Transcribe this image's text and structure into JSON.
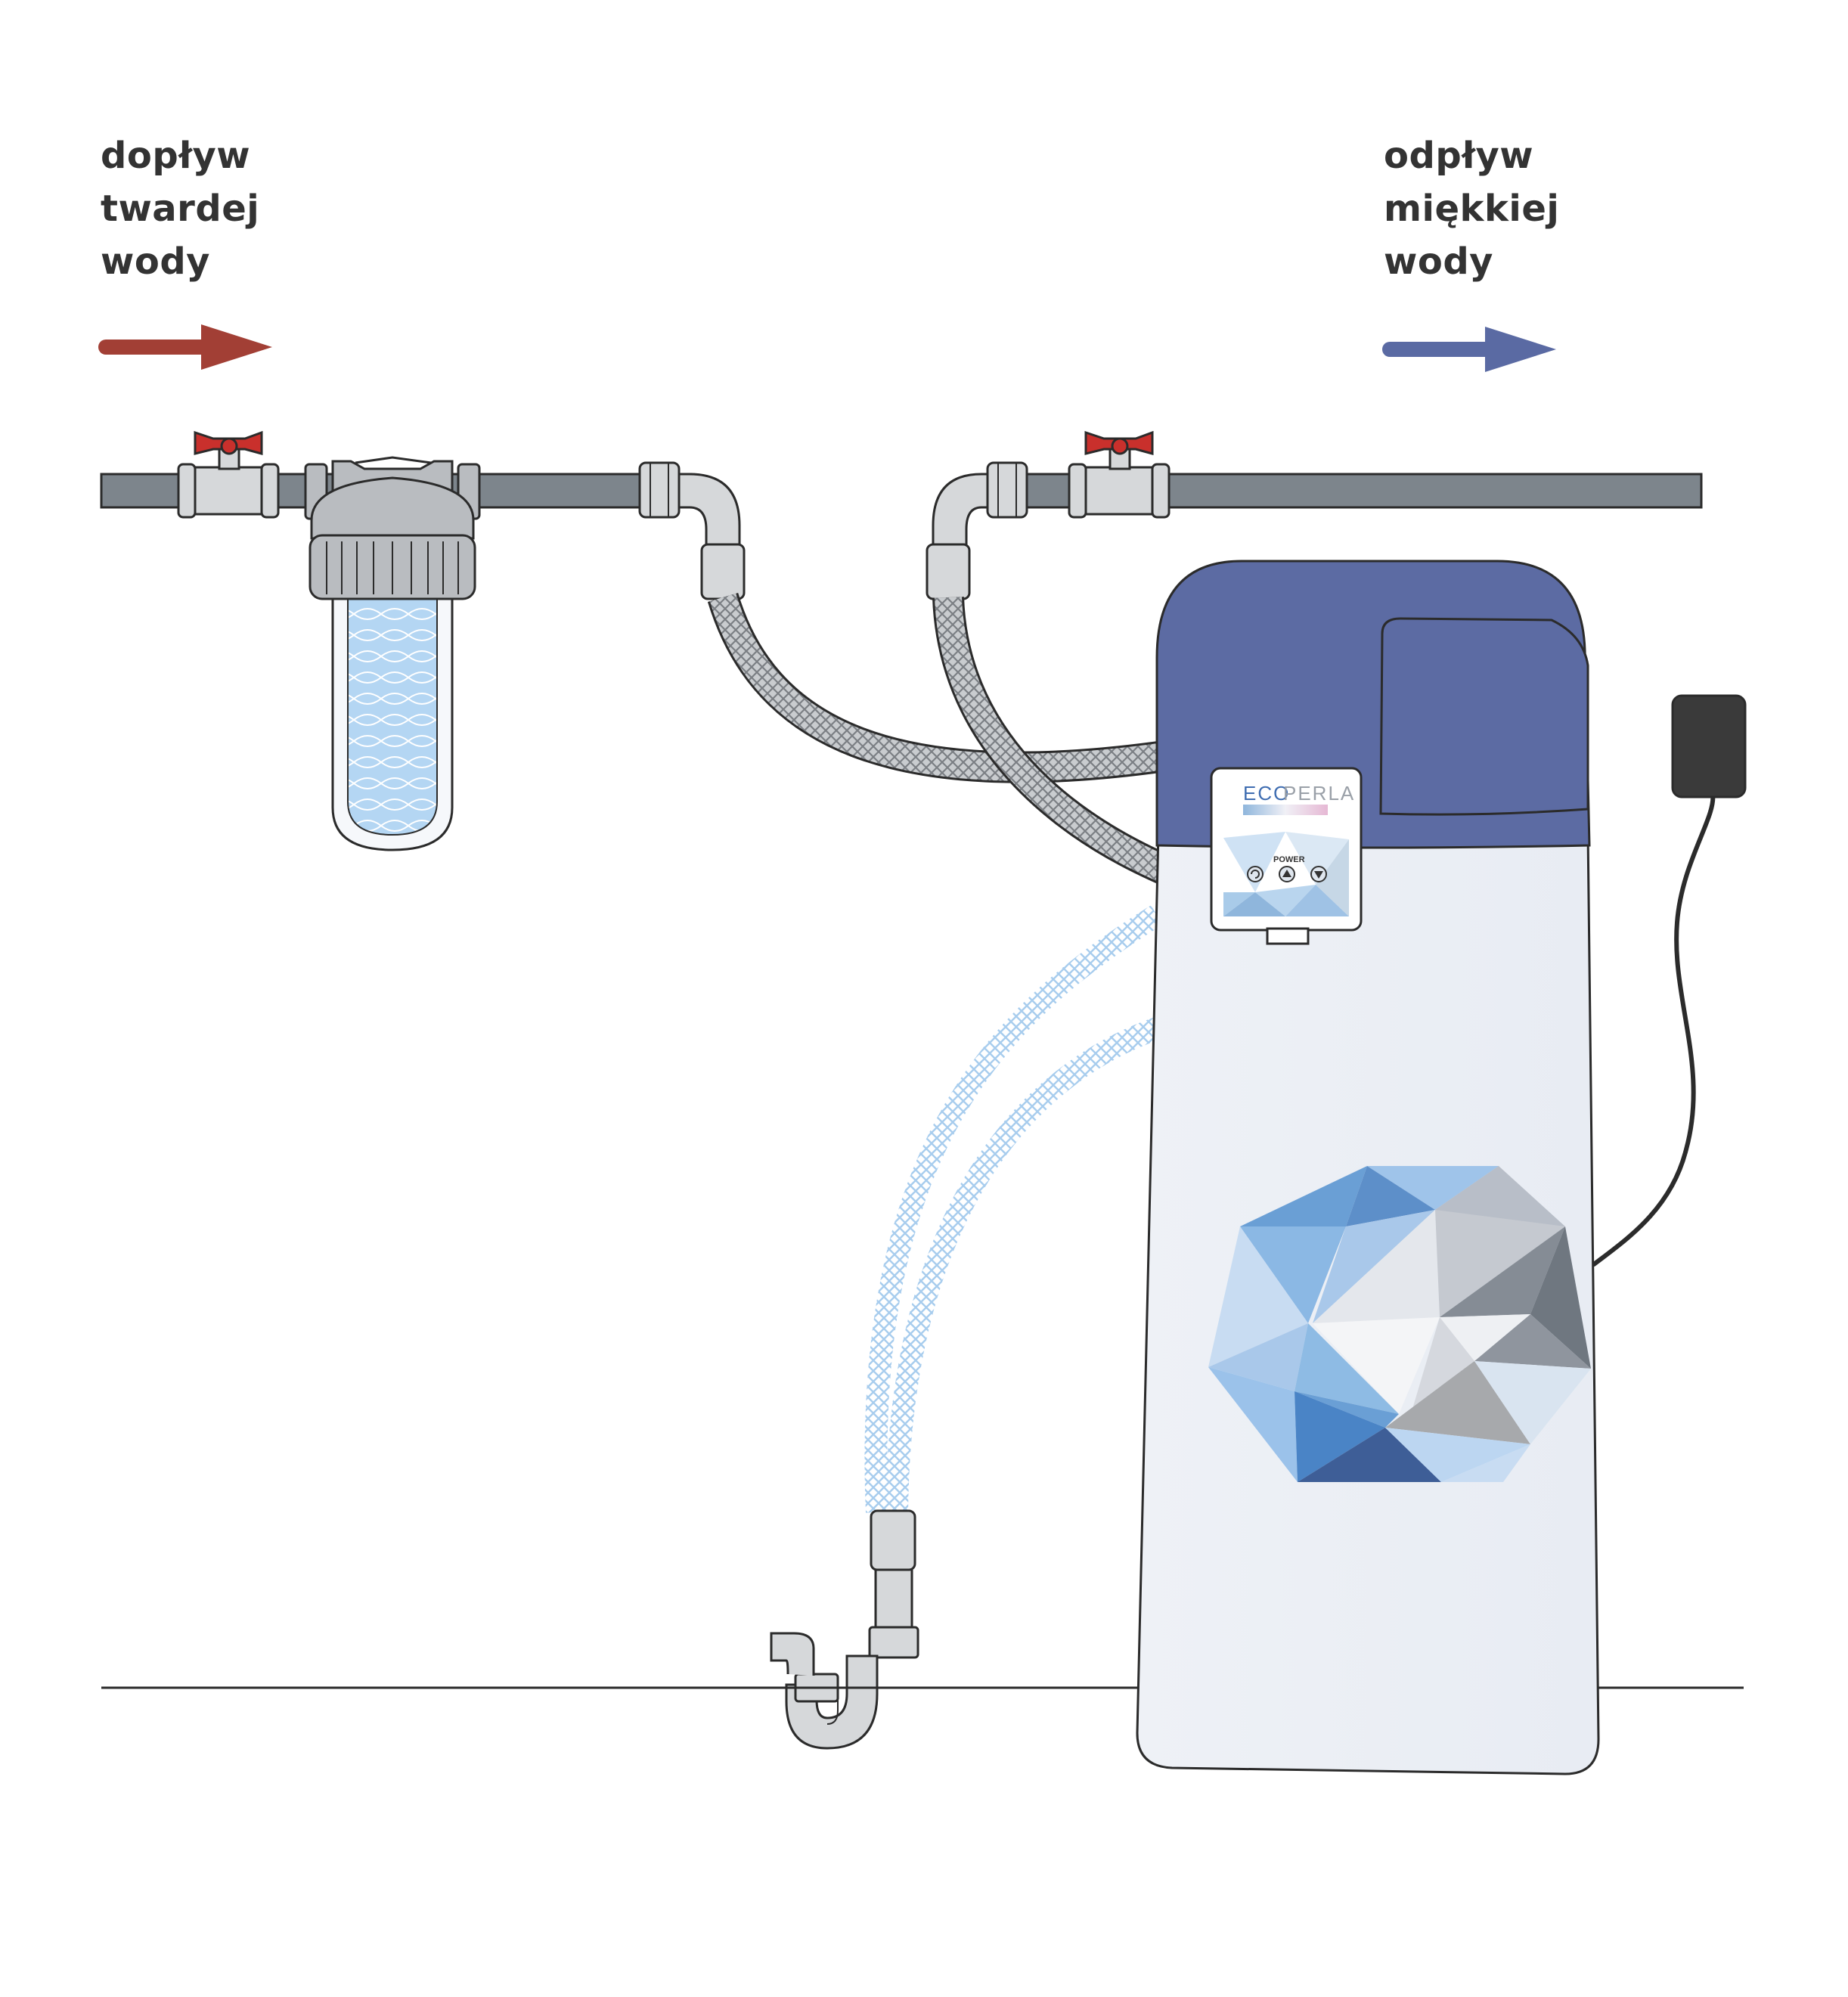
{
  "labels": {
    "inflow": [
      "dopływ",
      "twardej",
      "wody"
    ],
    "outflow": [
      "odpływ",
      "miękkiej",
      "wody"
    ]
  },
  "softener_panel": {
    "brand_eco": "ECO",
    "brand_perla": "PERLA",
    "power_label": "POWER",
    "buttons": [
      "regenerate",
      "up",
      "down"
    ]
  },
  "colors": {
    "hard_water_arrow": "#a23f35",
    "soft_water_arrow": "#5a6aa3",
    "softener_lid": "#5c6ba3",
    "softener_body": "#eef1f6",
    "valve_handle": "#c9302c",
    "pipe": "#7d858c",
    "power_adapter": "#3a3a3a"
  },
  "icons": {
    "inflow_arrow": "arrow-right-icon",
    "outflow_arrow": "arrow-right-icon",
    "shut_off_valve": "ball-valve-icon",
    "power_plug": "power-plug-icon",
    "logo": "crystal-heptagon-icon"
  }
}
